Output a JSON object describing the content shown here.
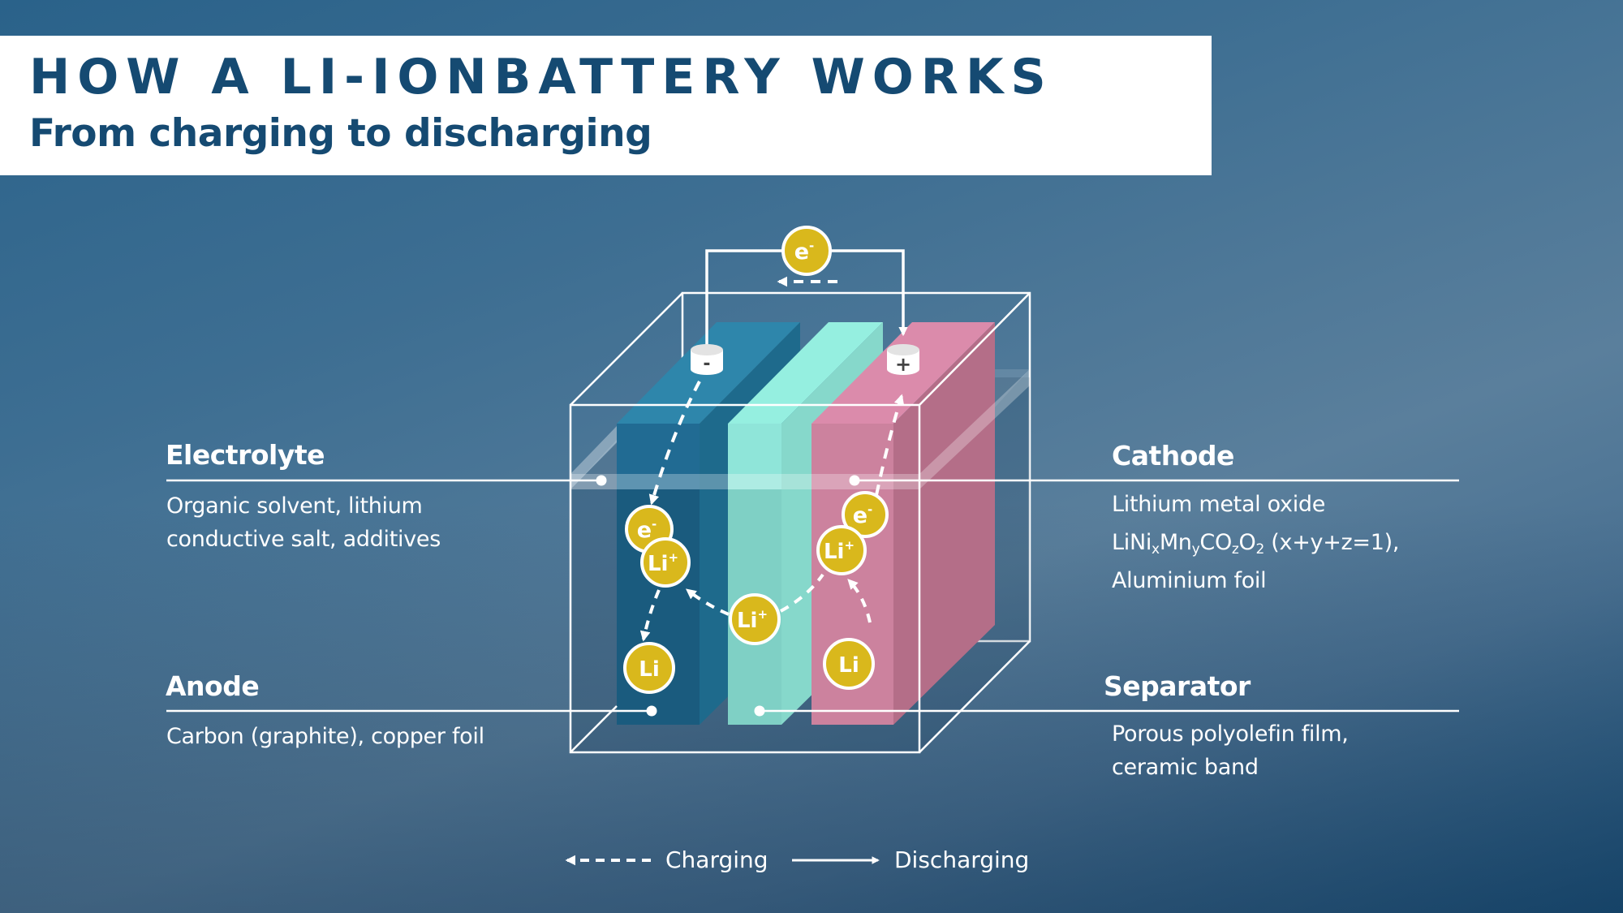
{
  "header": {
    "title": "HOW A LI-IONBATTERY WORKS",
    "subtitle": "From charging to discharging"
  },
  "callouts": {
    "electrolyte": {
      "label": "Electrolyte",
      "lines": [
        "Organic solvent, lithium",
        "conductive salt, additives"
      ]
    },
    "anode": {
      "label": "Anode",
      "lines": [
        "Carbon (graphite), copper foil"
      ]
    },
    "cathode": {
      "label": "Cathode",
      "line1": "Lithium metal oxide",
      "formula": {
        "parts": [
          "LiNi",
          "x",
          "Mn",
          "y",
          "CO",
          "z",
          "O",
          "2",
          " (x+y+z=1),"
        ]
      },
      "line3": "Aluminium foil"
    },
    "separator": {
      "label": "Separator",
      "lines": [
        "Porous polyolefin film,",
        "ceramic band"
      ]
    }
  },
  "diagram": {
    "terminals": {
      "negative": "-",
      "positive": "+"
    },
    "particles": {
      "circuit_electron": "e",
      "anode_electron": "e",
      "anode_ion": "Li",
      "anode_lithium": "Li",
      "separator_ion": "Li",
      "cathode_electron": "e",
      "cathode_ion": "Li",
      "cathode_lithium": "Li"
    },
    "charge_minus": "-",
    "charge_plus": "+"
  },
  "legend": {
    "charging": "Charging",
    "discharging": "Discharging"
  },
  "colors": {
    "title": "#154a72",
    "particle": "#d9b81c",
    "anode_front": "#1c6088",
    "anode_top": "#2e86ab",
    "anode_side": "#1e6a8c",
    "separator_front": "#8de4d8",
    "separator_top": "#95efe0",
    "separator_side": "#84d5c8",
    "cathode_front": "#cc829e",
    "cathode_top": "#db8bab",
    "cathode_side": "#b46e88"
  }
}
